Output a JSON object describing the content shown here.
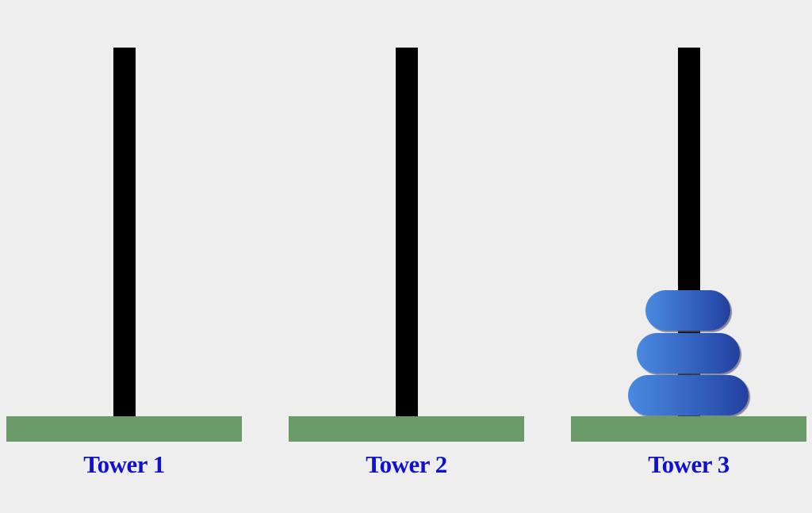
{
  "towers": [
    {
      "label": "Tower 1",
      "disks": []
    },
    {
      "label": "Tower 2",
      "disks": []
    },
    {
      "label": "Tower 3",
      "disks": [
        {
          "size": 3,
          "width": 152
        },
        {
          "size": 2,
          "width": 130
        },
        {
          "size": 1,
          "width": 107
        }
      ]
    }
  ],
  "colors": {
    "background": "#eeeeee",
    "pole": "#000000",
    "base": "#6a9a68",
    "label": "#1010d0",
    "disk_gradient_start": "#4a8ae0",
    "disk_gradient_end": "#233f9c"
  }
}
